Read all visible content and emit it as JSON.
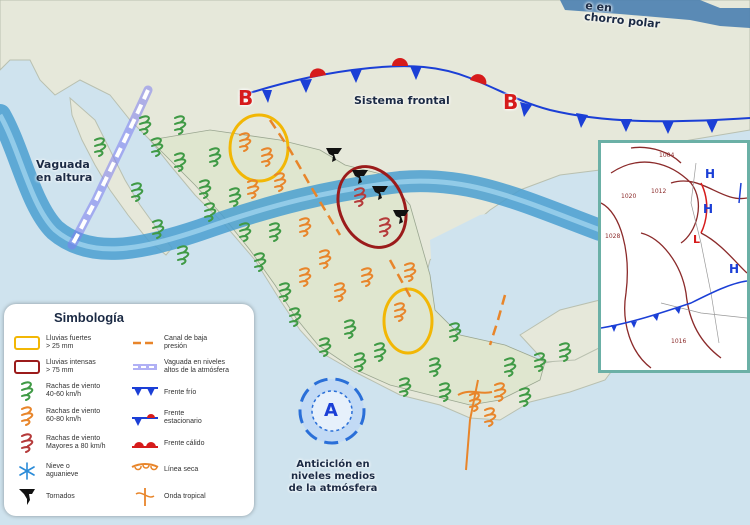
{
  "labels": {
    "jet_stream": "e en\nchorro polar",
    "frontal_system": "Sistema frontal",
    "upper_trough": "Vaguada\nen altura",
    "anticyclone": "Anticiclón en\nniveles medios\nde la atmósfera",
    "low_left": "B",
    "low_right": "B",
    "anticyclone_symbol": "A"
  },
  "legend": {
    "title": "Simbología",
    "items": [
      {
        "icon": "yellow-ellipse-icon",
        "text": "Lluvias fuertes\n> 25 mm",
        "color": "#f2b705"
      },
      {
        "icon": "red-ellipse-icon",
        "text": "Lluvias intensas\n> 75 mm",
        "color": "#9b1b1b"
      },
      {
        "icon": "green-wind-gust-icon",
        "text": "Rachas de viento\n40-60 km/h",
        "color": "#3f9a45"
      },
      {
        "icon": "orange-wind-gust-icon",
        "text": "Rachas de viento\n60-80 km/h",
        "color": "#e8852a"
      },
      {
        "icon": "red-wind-gust-icon",
        "text": "Rachas de viento\nMayores a 80 km/h",
        "color": "#b53a3a"
      },
      {
        "icon": "snowflake-icon",
        "text": "Nieve o\naguanieve",
        "color": "#2a8bd8"
      },
      {
        "icon": "tornado-icon",
        "text": "Tornados",
        "color": "#111111"
      },
      {
        "icon": "dashed-orange-line-icon",
        "text": "Canal de baja\npresión",
        "color": "#e8852a"
      },
      {
        "icon": "blue-dashed-double-line-icon",
        "text": "Vaguada en niveles\naltos de la atmósfera",
        "color": "#7d7df0"
      },
      {
        "icon": "cold-front-icon",
        "text": "Frente frío",
        "color": "#1b3fd6"
      },
      {
        "icon": "stationary-front-icon",
        "text": "Frente\nestacionario",
        "color": "#1b3fd6"
      },
      {
        "icon": "warm-front-icon",
        "text": "Frente cálido",
        "color": "#d61b1b"
      },
      {
        "icon": "dry-line-icon",
        "text": "Línea seca",
        "color": "#e8852a"
      },
      {
        "icon": "tropical-wave-icon",
        "text": "Onda tropical",
        "color": "#e8852a"
      }
    ]
  },
  "inset_map": {
    "isobars": [
      "1028",
      "1020",
      "1016",
      "1004",
      "1012"
    ],
    "pressure_centers": [
      "H",
      "H",
      "H",
      "L"
    ]
  },
  "colors": {
    "ocean": "#cfe3ee",
    "land": "#e4e7d8",
    "jet": "#4a9fd0",
    "cold_front": "#1b3fd6",
    "warm_front": "#d61b1b"
  }
}
